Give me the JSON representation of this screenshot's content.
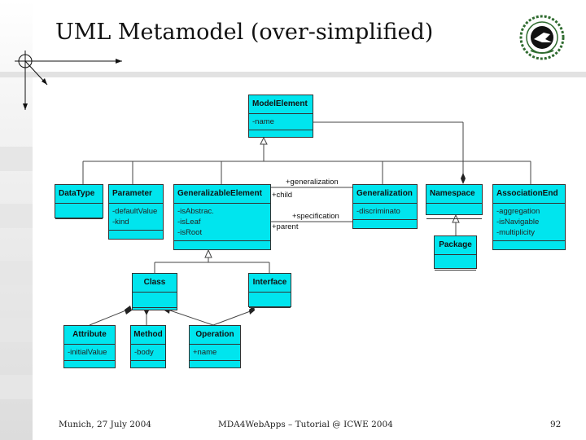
{
  "slide": {
    "title": "UML Metamodel (over-simplified)",
    "footer_left": "Munich, 27 July 2004",
    "footer_center": "MDA4WebApps – Tutorial @ ICWE 2004",
    "page_number": "92"
  },
  "classes": {
    "model_element": {
      "name": "ModelElement",
      "attrs": [
        "-name"
      ]
    },
    "data_type": {
      "name": "DataType",
      "attrs": []
    },
    "parameter": {
      "name": "Parameter",
      "attrs": [
        "-defaultValue",
        "-kind"
      ]
    },
    "generalizable_element": {
      "name": "GeneralizableElement",
      "attrs": [
        "-isAbstrac.",
        "-isLeaf",
        "-isRoot"
      ]
    },
    "generalization": {
      "name": "Generalization",
      "attrs": [
        "-discriminato"
      ]
    },
    "namespace": {
      "name": "Namespace",
      "attrs": []
    },
    "association_end": {
      "name": "AssociationEnd",
      "attrs": [
        "-aggregation",
        "-isNavigable",
        "-multiplicity"
      ]
    },
    "package": {
      "name": "Package",
      "attrs": []
    },
    "class": {
      "name": "Class",
      "attrs": []
    },
    "interface": {
      "name": "Interface",
      "attrs": []
    },
    "attribute": {
      "name": "Attribute",
      "attrs": [
        "-initialValue"
      ]
    },
    "method": {
      "name": "Method",
      "attrs": [
        "-body"
      ]
    },
    "operation": {
      "name": "Operation",
      "attrs": [
        "+name"
      ]
    }
  },
  "roles": {
    "generalization": "+generalization",
    "child": "+child",
    "specification": "+specification",
    "parent": "+parent"
  },
  "colors": {
    "class_fill": "#00e5ee",
    "line": "#444444"
  },
  "icons": {
    "logo": "seal-logo-icon",
    "axes": "axes-icon"
  }
}
